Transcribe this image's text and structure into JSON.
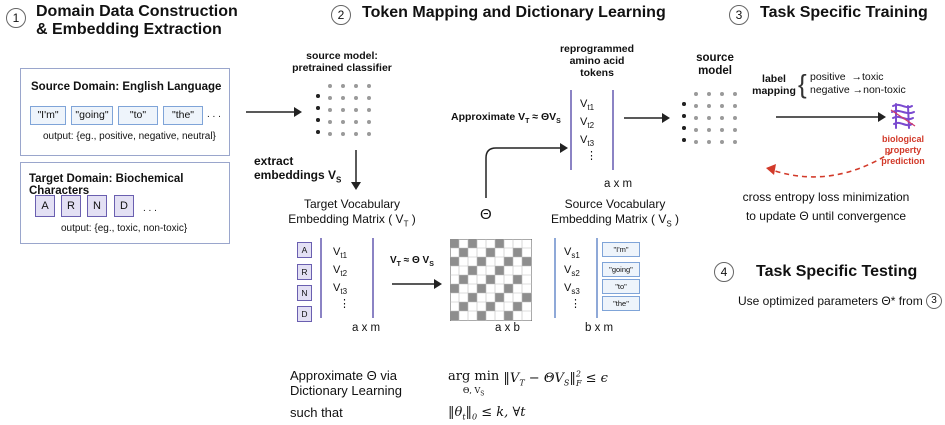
{
  "steps": [
    {
      "num": "1",
      "title_line1": "Domain Data Construction",
      "title_line2": "& Embedding Extraction"
    },
    {
      "num": "2",
      "title": "Token Mapping and Dictionary Learning"
    },
    {
      "num": "3",
      "title": "Task Specific Training"
    },
    {
      "num": "4",
      "title": "Task Specific Testing"
    }
  ],
  "source_panel": {
    "title": "Source Domain: English Language",
    "tokens": [
      "\"I'm\"",
      "\"going\"",
      "\"to\"",
      "\"the\""
    ],
    "ellipsis": ". . .",
    "output": "output: {eg., positive, negative,  neutral}"
  },
  "target_panel": {
    "title": "Target Domain: Biochemical Characters",
    "tokens": [
      "A",
      "R",
      "N",
      "D"
    ],
    "ellipsis": ". . .",
    "output": "output: {eg., toxic, non-toxic}"
  },
  "source_model_label": "source model:\npretrained classifier",
  "extract_label": "extract\nembeddings V",
  "extract_sub": "S",
  "target_vocab": {
    "title_line1": "Target Vocabulary",
    "title_line2": "Embedding Matrix ( V",
    "sub": "T",
    "close": " )",
    "aa_tokens": [
      "A",
      "R",
      "N",
      "D"
    ],
    "vec": [
      {
        "main": "V",
        "sub": "t1"
      },
      {
        "main": "V",
        "sub": "t2"
      },
      {
        "main": "V",
        "sub": "t3"
      }
    ],
    "dim": "a x m"
  },
  "map_label": {
    "a": "V",
    "a_sub": "T",
    "b": " ≈ Θ  V",
    "b_sub": "S"
  },
  "theta": "Θ",
  "matrix_dim": "a x b",
  "source_vocab": {
    "title_line1": "Source Vocabulary",
    "title_line2": "Embedding  Matrix ( V",
    "sub": "S",
    "close": " )",
    "vec": [
      {
        "main": "V",
        "sub": "s1"
      },
      {
        "main": "V",
        "sub": "s2"
      },
      {
        "main": "V",
        "sub": "s3"
      }
    ],
    "tokens": [
      "\"I'm\"",
      "\"going\"",
      "\"to\"",
      "\"the\""
    ],
    "dim": "b x m"
  },
  "reprog_label": "reprogrammed\namino acid\ntokens",
  "reprog_vec": [
    {
      "main": "V",
      "sub": "t1"
    },
    {
      "main": "V",
      "sub": "t2"
    },
    {
      "main": "V",
      "sub": "t3"
    }
  ],
  "reprog_dim": "a x m",
  "approx_label": {
    "pre": "Approximate V",
    "s1": "T",
    "mid": " ≈ ΘV",
    "s2": "S"
  },
  "dots": "⋮",
  "training": {
    "source_model": "source\nmodel",
    "label_mapping": "label\nmapping",
    "positive": "positive",
    "negative": "negative",
    "arrow": "→",
    "toxic": "toxic",
    "non_toxic": "non-toxic",
    "bio": "biological\nproperty\nprediction",
    "loss_line1": "cross entropy loss minimization",
    "loss_line2": "to update Θ until convergence"
  },
  "testing": {
    "text": "Use optimized parameters Θ* from",
    "ref": "3"
  },
  "dictionary": {
    "approx_line1": "Approximate  Θ  via",
    "approx_line2": "Dictionary Learning",
    "such_that": "such that",
    "argmin": "arg min",
    "argmin_sub": "Θ, V",
    "argmin_subsub": "S",
    "objective": "‖V",
    "obj_t": "T",
    "objective2": " − ΘV",
    "obj_s": "S",
    "objective3": "‖",
    "obj_sup": "2",
    "obj_f": "F",
    "objective4": " ≤ ϵ",
    "constraint": "‖θ",
    "con_t": "t",
    "constraint2": "‖",
    "con_0": "0",
    "constraint3": " ≤ k, ∀t"
  },
  "colors": {
    "accent_purple": "#6a5fb0",
    "panel_border": "#9aa6cc",
    "red_arrow": "#d23a2a",
    "protein": "#7a4ad0"
  }
}
